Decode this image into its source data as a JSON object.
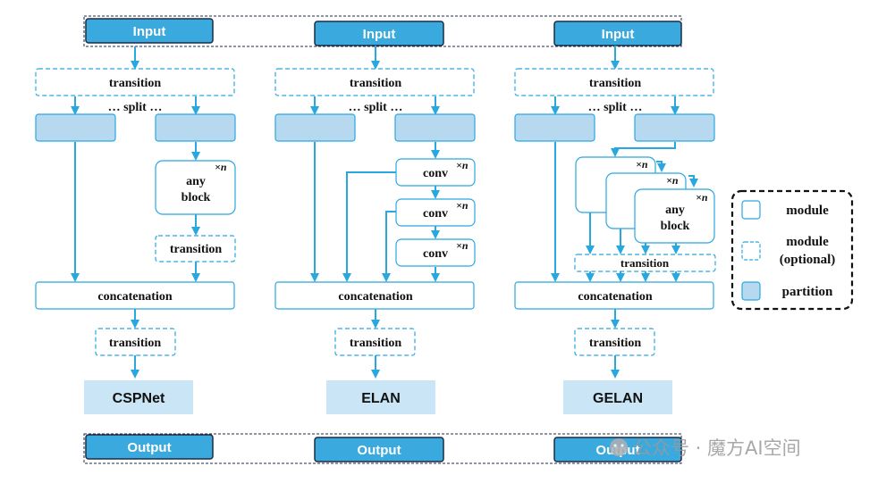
{
  "io": {
    "input_label": "Input",
    "output_label": "Output"
  },
  "labels": {
    "transition": "transition",
    "split": "… split …",
    "concatenation": "concatenation",
    "any_block_line1": "any",
    "any_block_line2": "block",
    "conv": "conv",
    "times_n": "×n"
  },
  "networks": {
    "cspnet": "CSPNet",
    "elan": "ELAN",
    "gelan": "GELAN"
  },
  "legend": {
    "module": "module",
    "optional_line1": "module",
    "optional_line2": "(optional)",
    "partition": "partition"
  },
  "watermark": "公众号 · 魔方AI空间",
  "colors": {
    "io_fill": "#3aa9de",
    "io_border": "#1e2a44",
    "partition_fill": "#b7d9f0",
    "accent": "#29a8e0",
    "name_fill": "#c9e5f6"
  }
}
